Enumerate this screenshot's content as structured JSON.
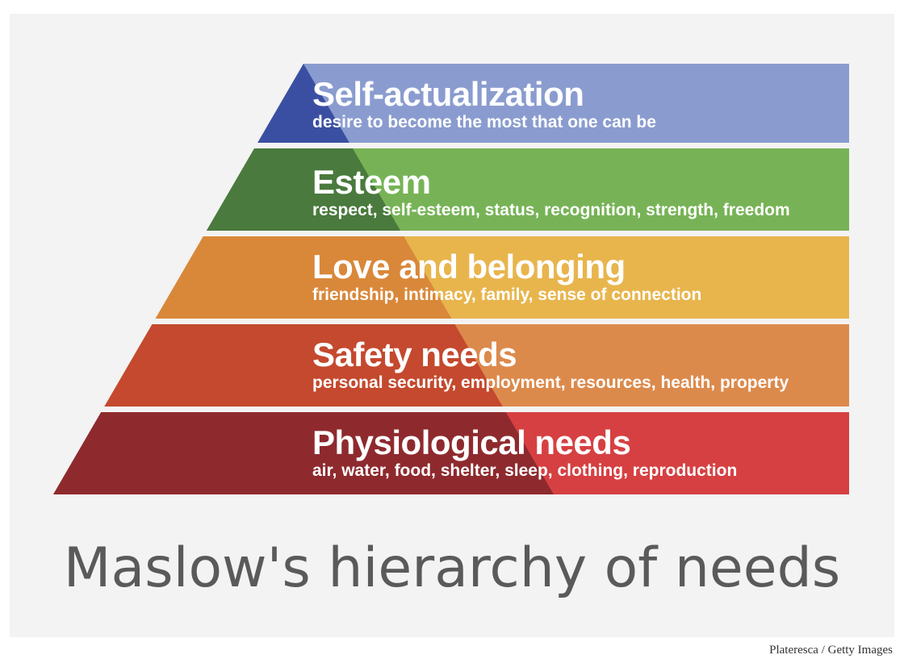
{
  "levels": [
    {
      "title": "Self-actualization",
      "description": "desire to become the most that one can be",
      "color_light": "#8a9ccf",
      "color_dark": "#3b4fa2"
    },
    {
      "title": "Esteem",
      "description": "respect, self-esteem, status, recognition, strength, freedom",
      "color_light": "#77b356",
      "color_dark": "#4a7a3e"
    },
    {
      "title": "Love and belonging",
      "description": "friendship, intimacy, family, sense of connection",
      "color_light": "#e8b54d",
      "color_dark": "#d9883a"
    },
    {
      "title": "Safety needs",
      "description": "personal security, employment, resources, health, property",
      "color_light": "#dc8a4c",
      "color_dark": "#c4492e"
    },
    {
      "title": "Physiological needs",
      "description": "air, water, food, shelter, sleep, clothing, reproduction",
      "color_light": "#d64042",
      "color_dark": "#8e2a2e"
    }
  ],
  "title": "Maslow's hierarchy of needs",
  "credit": "Plateresca / Getty Images"
}
